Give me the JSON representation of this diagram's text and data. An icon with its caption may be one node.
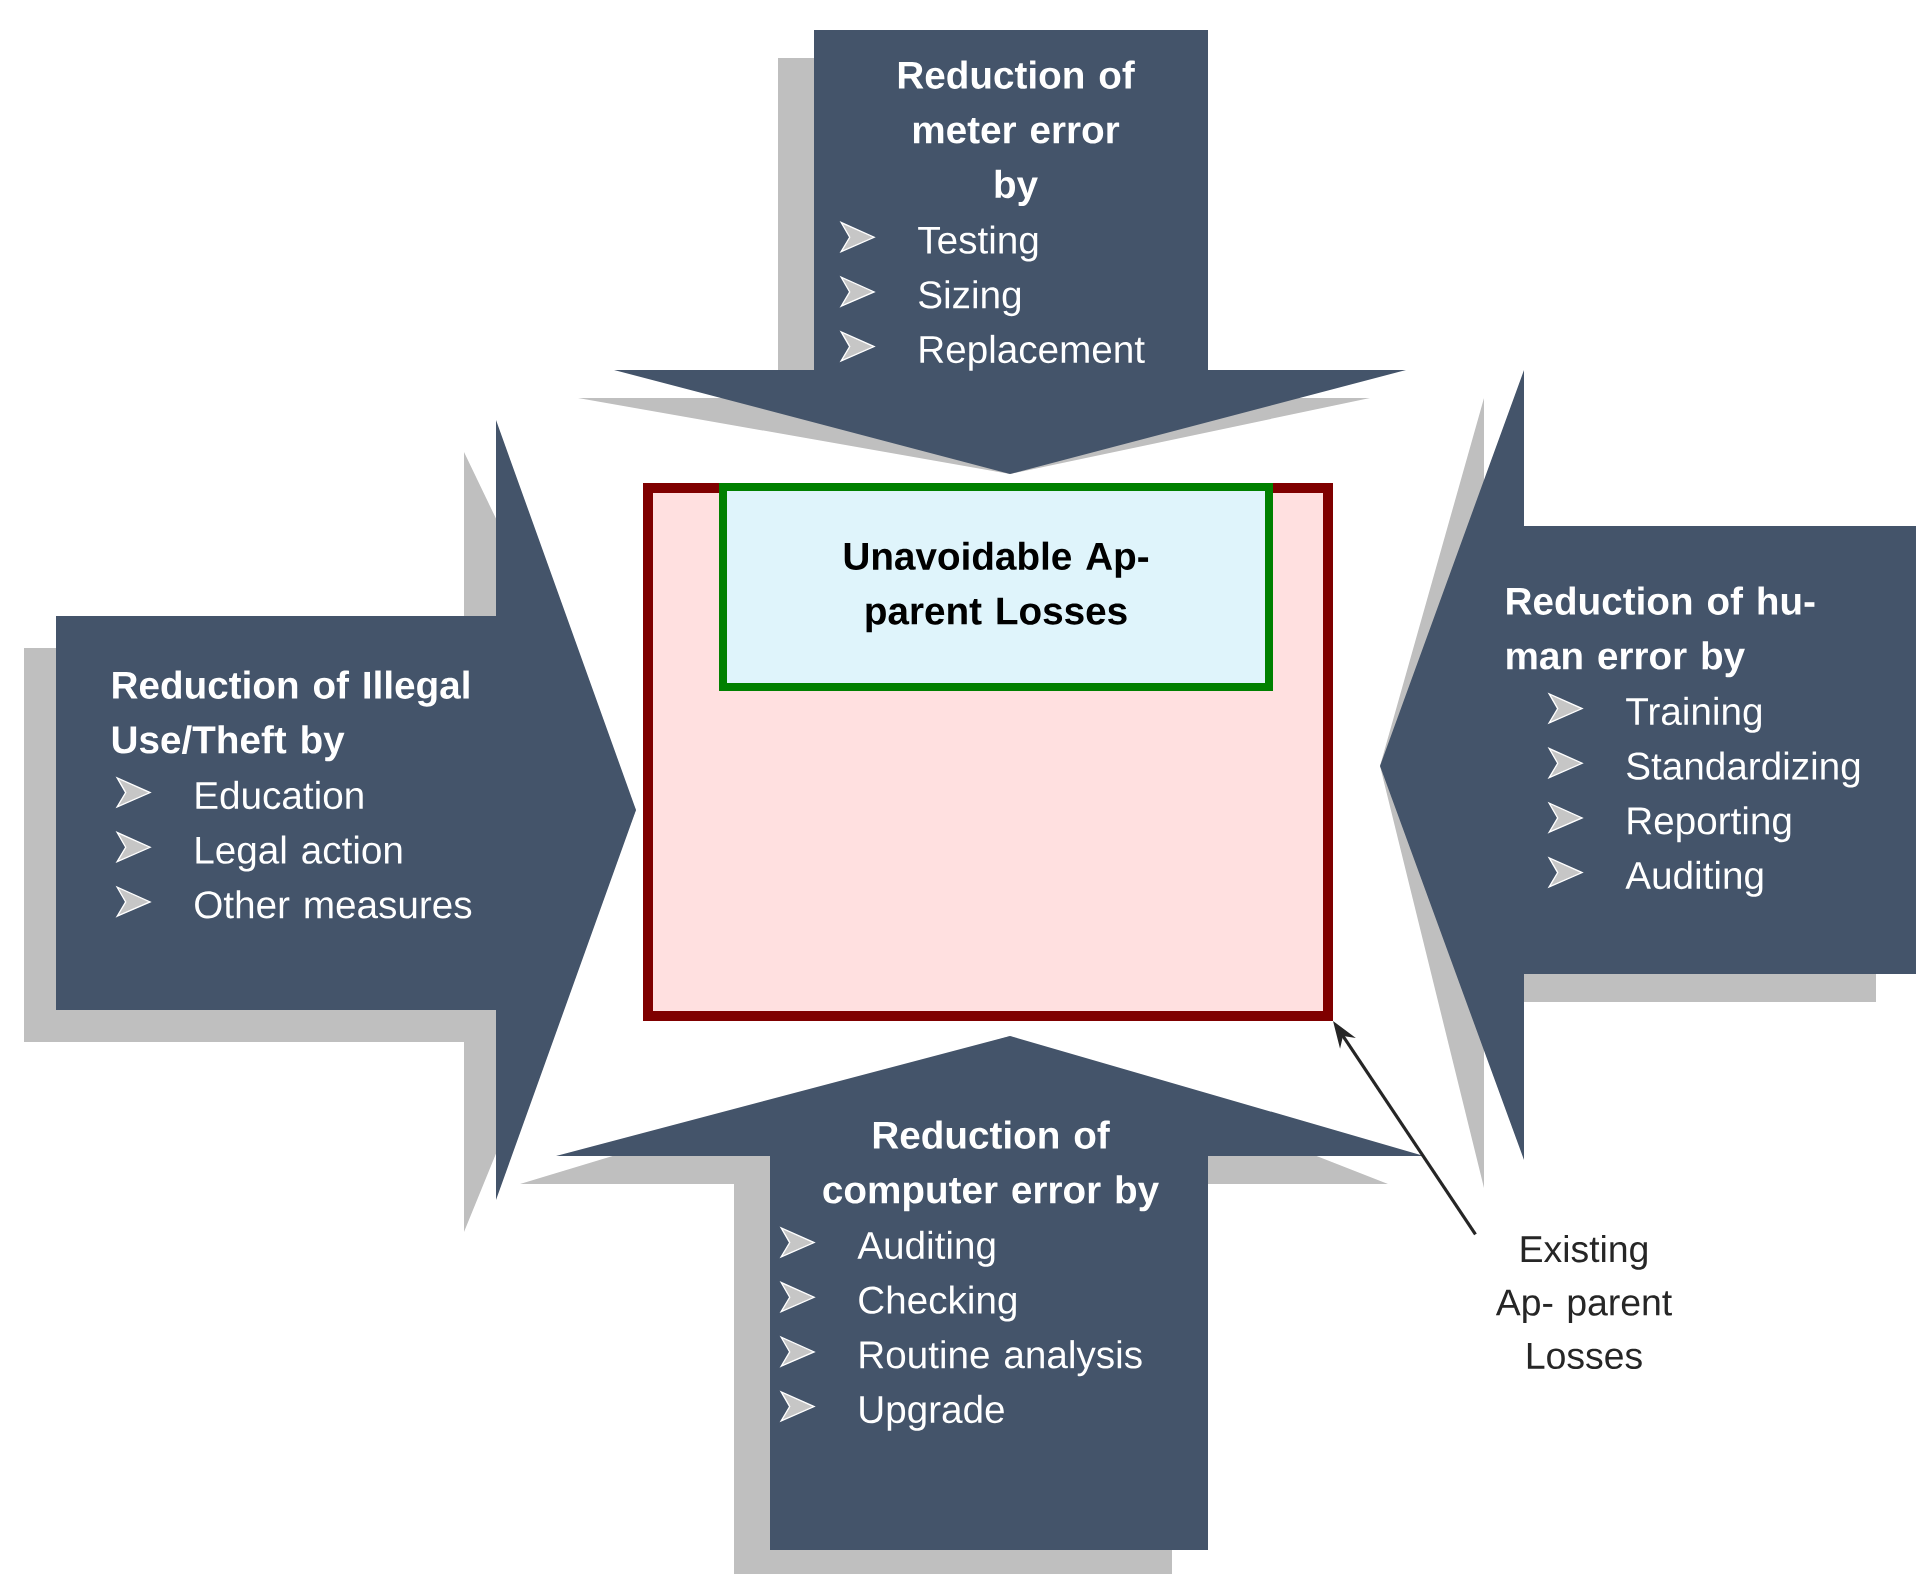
{
  "diagram": {
    "nodes": [
      {
        "text": [
          "Reduction of meter error by",
          "Testing",
          "Sizing",
          "Replacement"
        ]
      },
      {
        "text": [
          "Reduction of Illegal Use/Theft by",
          "Education",
          "Legal action",
          "Other measures"
        ]
      },
      {
        "text": [],
        "shape": "box"
      },
      {
        "text": [
          "Unavoidable Ap- parent Losses"
        ],
        "in": 2
      },
      {
        "text": [
          "Reduction of hu- man error by",
          "Training",
          "Standardizing",
          "Reporting",
          "Auditing"
        ]
      },
      {
        "text": [
          "Reduction of computer error by",
          "Auditing",
          "Checking",
          "Routine analysis",
          "Upgrade"
        ]
      },
      {
        "text": [
          "Existing Ap- parent Losses"
        ]
      }
    ],
    "edges": [
      {
        "from": 6,
        "to": 2,
        "arrow": "to"
      }
    ]
  }
}
